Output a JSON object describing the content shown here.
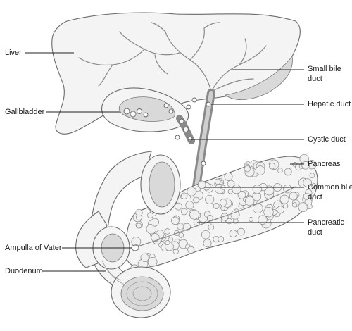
{
  "labels": {
    "liver": "Liver",
    "gallbladder": "Gallbladder",
    "ampulla": "Ampulla of Vater",
    "duodenum": "Duodenum",
    "small_bile_duct": [
      "Small bile",
      "duct"
    ],
    "hepatic_duct": "Hepatic duct",
    "cystic_duct": "Cystic duct",
    "pancreas": "Pancreas",
    "common_bile_duct": [
      "Common bile",
      "duct"
    ],
    "pancreatic_duct": [
      "Pancreatic",
      "duct"
    ]
  }
}
